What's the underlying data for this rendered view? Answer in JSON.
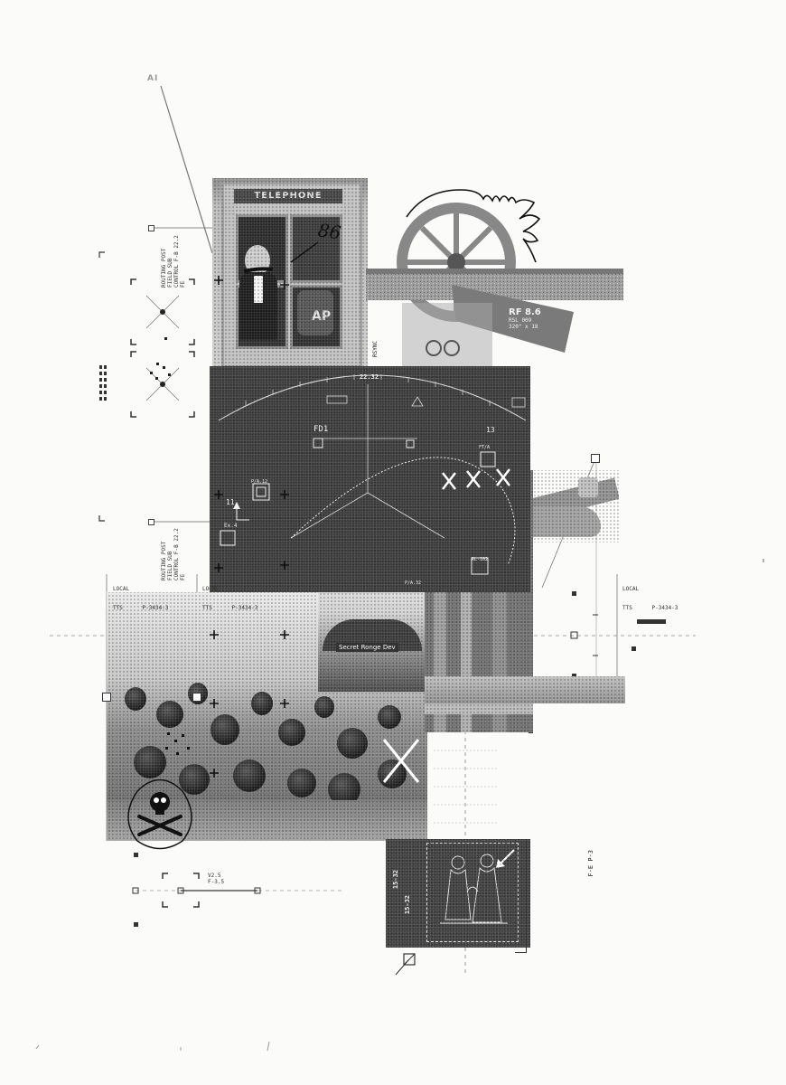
{
  "title_mark": "AI",
  "handwritten_number": "86",
  "telephone_sign": "TELEPHONE",
  "hud": {
    "top_left_num": "22.32",
    "fd_label": "FD1",
    "right_num": "13",
    "target_1": "P/A.12",
    "target_2": "Ex.4",
    "target_3": "FT/A",
    "arrow_label": "11",
    "right_readout": "P/A.32",
    "lock_label": "RL-102"
  },
  "rf_readout": {
    "main": "RF 8.6",
    "line1": "RSL 009",
    "line2": "320° x 18"
  },
  "banner_caption": "Secret Ronge Dev",
  "local_labels": [
    {
      "line1": "LOCAL",
      "line2": "TTS      P-3434-3"
    },
    {
      "line1": "LOCAL",
      "line2": "TTS      P-3434-3"
    },
    {
      "line1": "LOCAL",
      "line2": "TTS      P-3434-3"
    }
  ],
  "vertical_labels": {
    "block_a": "ROUTING POST\nFIELD SUB CONTROL\nF-B 22.2\nFE",
    "block_b": "ROUTING POST\nFIELD SUB CONTROL\nF-B 22.2\nFE"
  },
  "scale_labels": {
    "l1": "V2.5",
    "l2": "F-3.5"
  },
  "lower_frame": {
    "side1": "15-32",
    "side2": "15-32"
  },
  "side_mark": "F-E\nP-3",
  "rsync": "RSYNC"
}
